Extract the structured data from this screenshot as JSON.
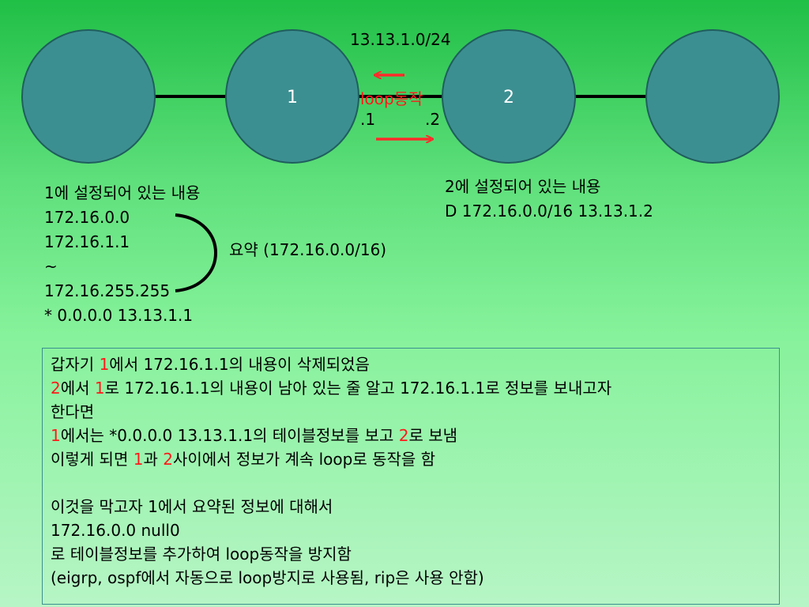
{
  "colors": {
    "node_fill": "#3c8f91",
    "node_stroke": "#1f5e5e",
    "arrow": "#ff2a2a",
    "link": "#000000"
  },
  "nodes": [
    {
      "id": "left",
      "label": ""
    },
    {
      "id": "r1",
      "label": "1"
    },
    {
      "id": "r2",
      "label": "2"
    },
    {
      "id": "right",
      "label": ""
    }
  ],
  "link": {
    "network": "13.13.1.0/24",
    "loop_label": "loop동작",
    "ip_r1": ".1",
    "ip_r2": ".2"
  },
  "r1_config": {
    "title": "1에 설정되어 있는 내용",
    "lines": [
      "172.16.0.0",
      "172.16.1.1",
      "~",
      "172.16.255.255",
      "* 0.0.0.0 13.13.1.1"
    ],
    "summary": "요약 (172.16.0.0/16)"
  },
  "r2_config": {
    "title": "2에 설정되어 있는 내용",
    "route": "D 172.16.0.0/16 13.13.1.2"
  },
  "note": {
    "l1": {
      "a": "갑자기 ",
      "n1": "1",
      "b": "에서 172.16.1.1의 내용이 삭제되었음"
    },
    "l2": {
      "n1": "2",
      "a": "에서 ",
      "n2": "1",
      "b": "로 172.16.1.1의 내용이 남아 있는 줄 알고 172.16.1.1로 정보를 보내고자"
    },
    "l3": "한다면",
    "l4": {
      "n1": "1",
      "a": "에서는 *0.0.0.0 13.13.1.1의 테이블정보를 보고 ",
      "n2": "2",
      "b": "로 보냄"
    },
    "l5": {
      "a": "이렇게 되면 ",
      "n1": "1",
      "b": "과 ",
      "n2": "2",
      "c": "사이에서 정보가 계속 loop로 동작을 함"
    },
    "l6": "이것을 막고자 1에서 요약된 정보에 대해서",
    "l7": "172.16.0.0 null0",
    "l8": "로 테이블정보를 추가하여 loop동작을 방지함",
    "l9": "(eigrp, ospf에서 자동으로 loop방지로 사용됨, rip은 사용 안함)"
  }
}
